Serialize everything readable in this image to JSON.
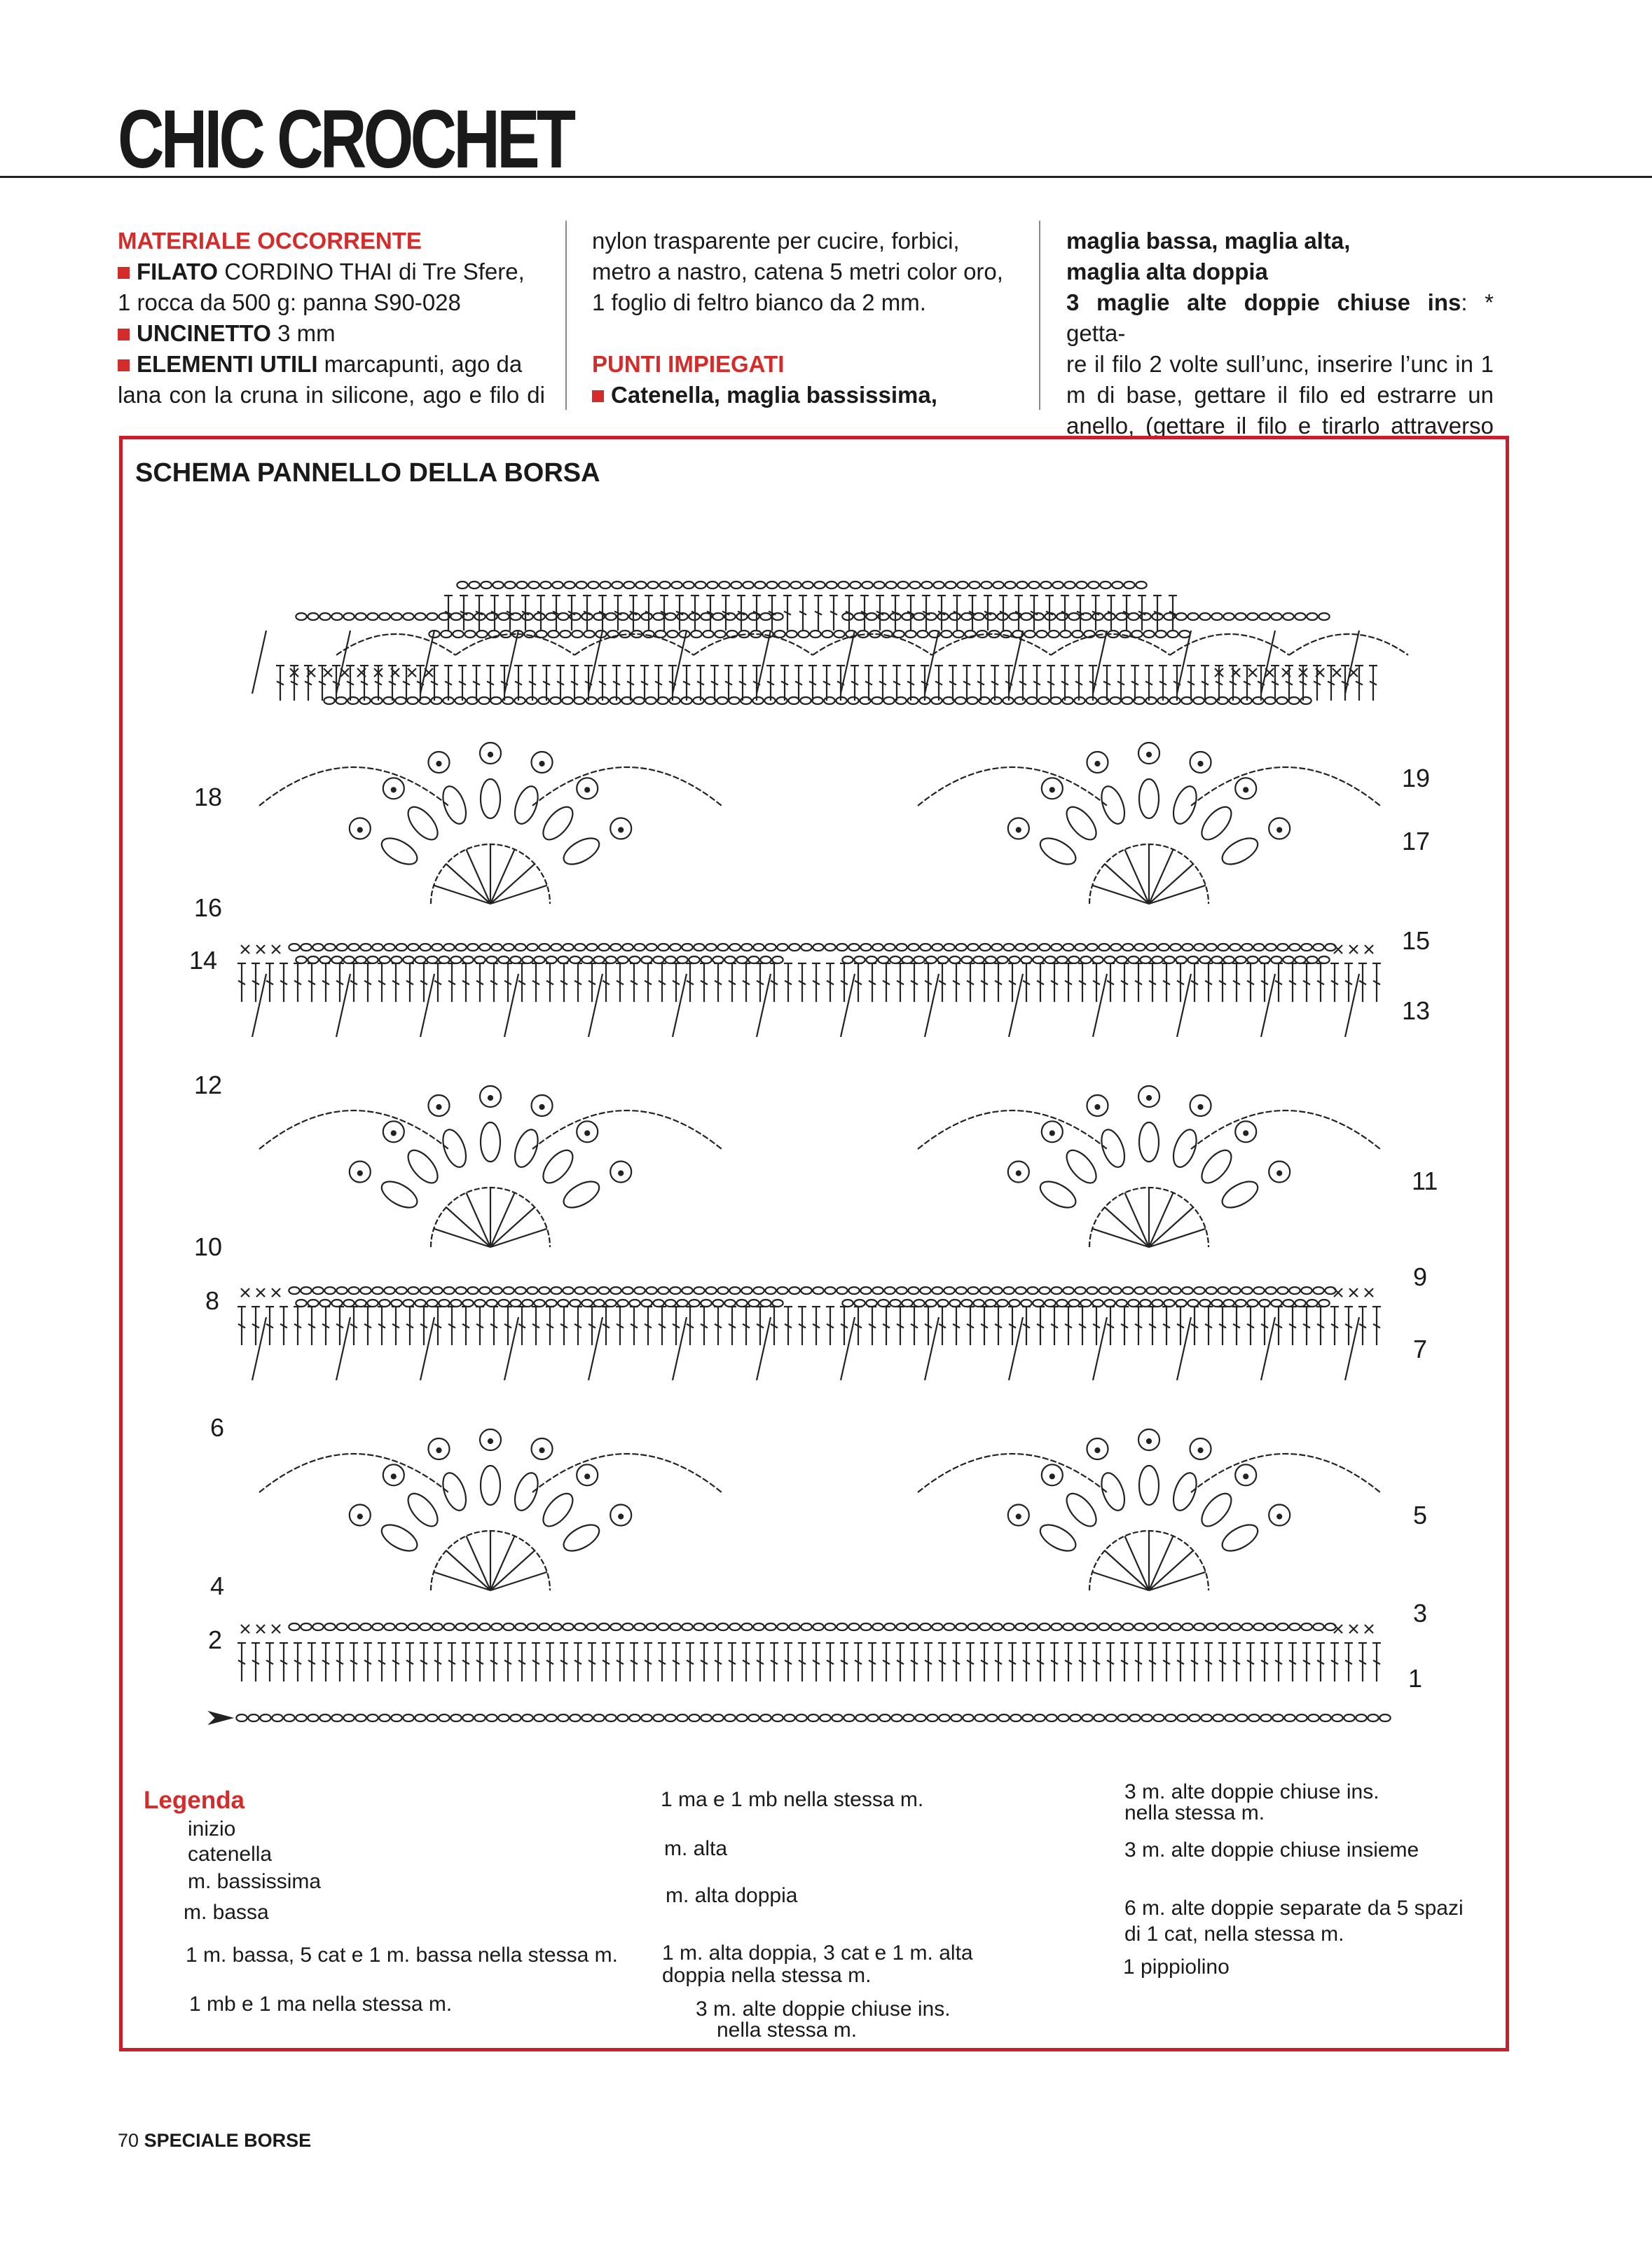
{
  "header": {
    "title": "CHIC CROCHET"
  },
  "materials": {
    "heading": "MATERIALE OCCORRENTE",
    "filato_label": "FILATO",
    "filato_text": "CORDINO THAI di Tre Sfere,",
    "filato_text2": "1 rocca da 500 g: panna S90-028",
    "uncinetto_label": "UNCINETTO",
    "uncinetto_text": "3 mm",
    "elementi_label": "ELEMENTI UTILI",
    "elementi_text": "marcapunti, ago da",
    "elementi_text2": "lana con la cruna in silicone, ago e filo di",
    "col2_line1": "nylon trasparente per cucire, forbici,",
    "col2_line2": "metro a nastro, catena 5 metri color oro,",
    "col2_line3": "1 foglio di feltro bianco da 2 mm."
  },
  "stitches": {
    "heading": "PUNTI IMPIEGATI",
    "line1": "Catenella, maglia bassissima,",
    "line2": "maglia bassa, maglia alta,",
    "line3": "maglia alta doppia",
    "line4_bold": "3 maglie alte doppie chiuse ins",
    "line4_rest": ": * getta-",
    "line5": "re il filo 2 volte sull’unc, inserire l’unc in 1",
    "line6": "m di base, gettare il filo ed estrarre un",
    "line7": "anello, (gettare il filo e tirarlo attraverso"
  },
  "diagram": {
    "title": "SCHEMA PANNELLO DELLA BORSA",
    "rows_left": [
      "18",
      "16",
      "14",
      "12",
      "10",
      "8",
      "6",
      "4",
      "2"
    ],
    "rows_right": [
      "19",
      "17",
      "15",
      "13",
      "11",
      "9",
      "7",
      "5",
      "3",
      "1"
    ]
  },
  "legend": {
    "heading": "Legenda",
    "items": [
      "inizio",
      "catenella",
      "m. bassissima",
      "m. bassa",
      "1 m. bassa, 5 cat e 1 m. bassa nella stessa m.",
      "1 mb e 1 ma nella stessa m.",
      "1 ma e 1 mb nella stessa m.",
      "m. alta",
      "m. alta doppia",
      "1 m. alta doppia, 3 cat e 1 m. alta",
      "doppia nella stessa m.",
      "3 m. alte doppie chiuse ins.",
      "nella stessa m.",
      "3 m. alte doppie chiuse ins.",
      "nella stessa m.",
      "3 m. alte doppie chiuse insieme",
      "6 m. alte doppie separate da 5 spazi",
      "di 1 cat, nella stessa m.",
      "1 pippiolino"
    ]
  },
  "footer": {
    "page": "70",
    "label": "SPECIALE BORSE"
  },
  "colors": {
    "accent": "#c8202b",
    "text": "#1a1a1a"
  }
}
